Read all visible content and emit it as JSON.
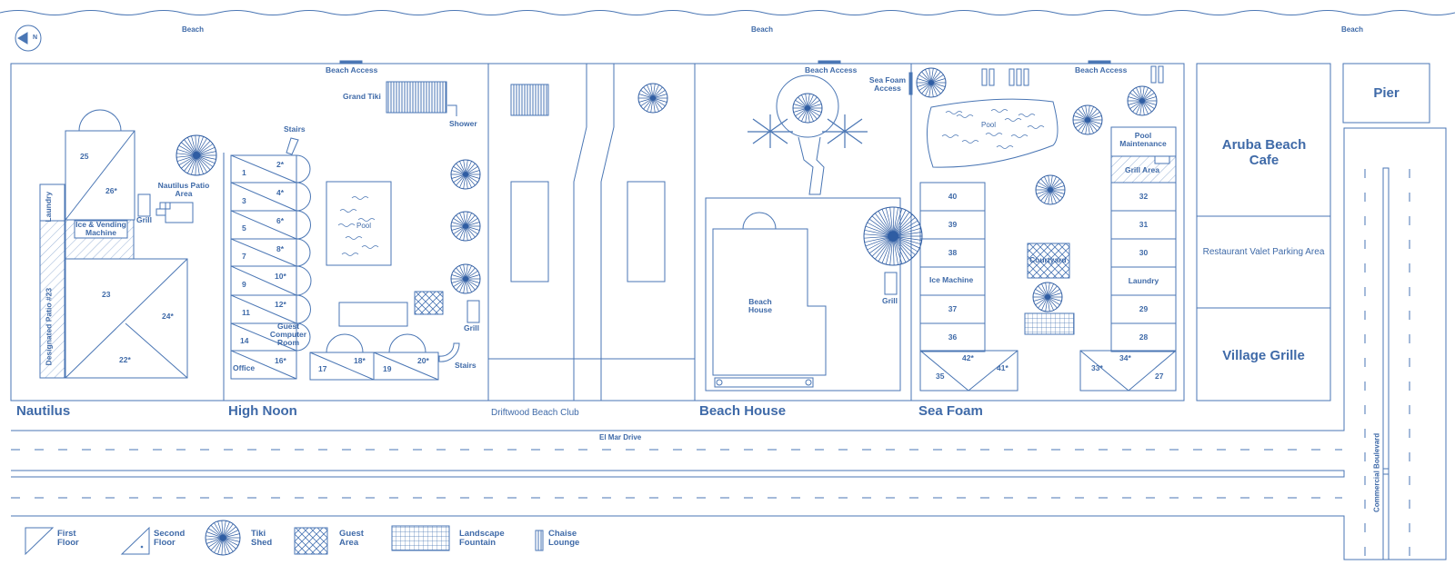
{
  "beach_labels": [
    "Beach",
    "Beach",
    "Beach"
  ],
  "compass": "N",
  "beach_access": [
    "Beach Access",
    "Beach Access",
    "Beach Access"
  ],
  "sea_foam_access": "Sea Foam Access",
  "features": {
    "grand_tiki": "Grand Tiki",
    "shower": "Shower",
    "stairs_top": "Stairs",
    "stairs_bottom": "Stairs",
    "nautilus_patio": "Nautilus Patio Area",
    "grill": "Grill",
    "laundry": "Laundry",
    "ice_vending": "Ice & Vending Machine",
    "designated_patio": "Designated Patio #23",
    "pool": "Pool",
    "guest_computer_room": "Guest Computer Room",
    "office": "Office",
    "beach_house_building": "Beach House",
    "pool_maintenance": "Pool Maintenance",
    "grill_area": "Grill Area",
    "courtyard": "Courtyard",
    "ice_machine": "Ice Machine",
    "restaurant_valet": "Restaurant Valet Parking Area"
  },
  "nautilus_units": [
    "25",
    "26*",
    "23",
    "24*",
    "22*"
  ],
  "high_noon_units": [
    "1",
    "2*",
    "3",
    "4*",
    "5",
    "6*",
    "7",
    "8*",
    "9",
    "10*",
    "11",
    "12*",
    "14",
    "16*",
    "17",
    "18*",
    "19",
    "20*"
  ],
  "sea_foam_left_units": [
    "40",
    "39",
    "38",
    "37",
    "36"
  ],
  "sea_foam_right_units": [
    "32",
    "31",
    "30",
    "Laundry",
    "29",
    "28"
  ],
  "sea_foam_bottom_units": [
    "42*",
    "35",
    "41*",
    "34*",
    "33*",
    "27"
  ],
  "sections": {
    "nautilus": "Nautilus",
    "high_noon": "High Noon",
    "driftwood": "Driftwood Beach Club",
    "beach_house": "Beach House",
    "sea_foam": "Sea Foam"
  },
  "right_blocks": {
    "pier": "Pier",
    "aruba": "Aruba Beach Cafe",
    "village_grille": "Village Grille"
  },
  "roads": {
    "el_mar": "El Mar Drive",
    "commercial": "Commercial Boulevard"
  },
  "legend": {
    "first_floor": "First Floor",
    "second_floor": "Second Floor",
    "tiki_shed": "Tiki Shed",
    "guest_area": "Guest Area",
    "landscape_fountain": "Landscape Fountain",
    "chaise_lounge": "Chaise Lounge"
  },
  "colors": {
    "line": "#4a76b4",
    "text": "#3f6aa8",
    "tiki": "#2f5da3"
  }
}
